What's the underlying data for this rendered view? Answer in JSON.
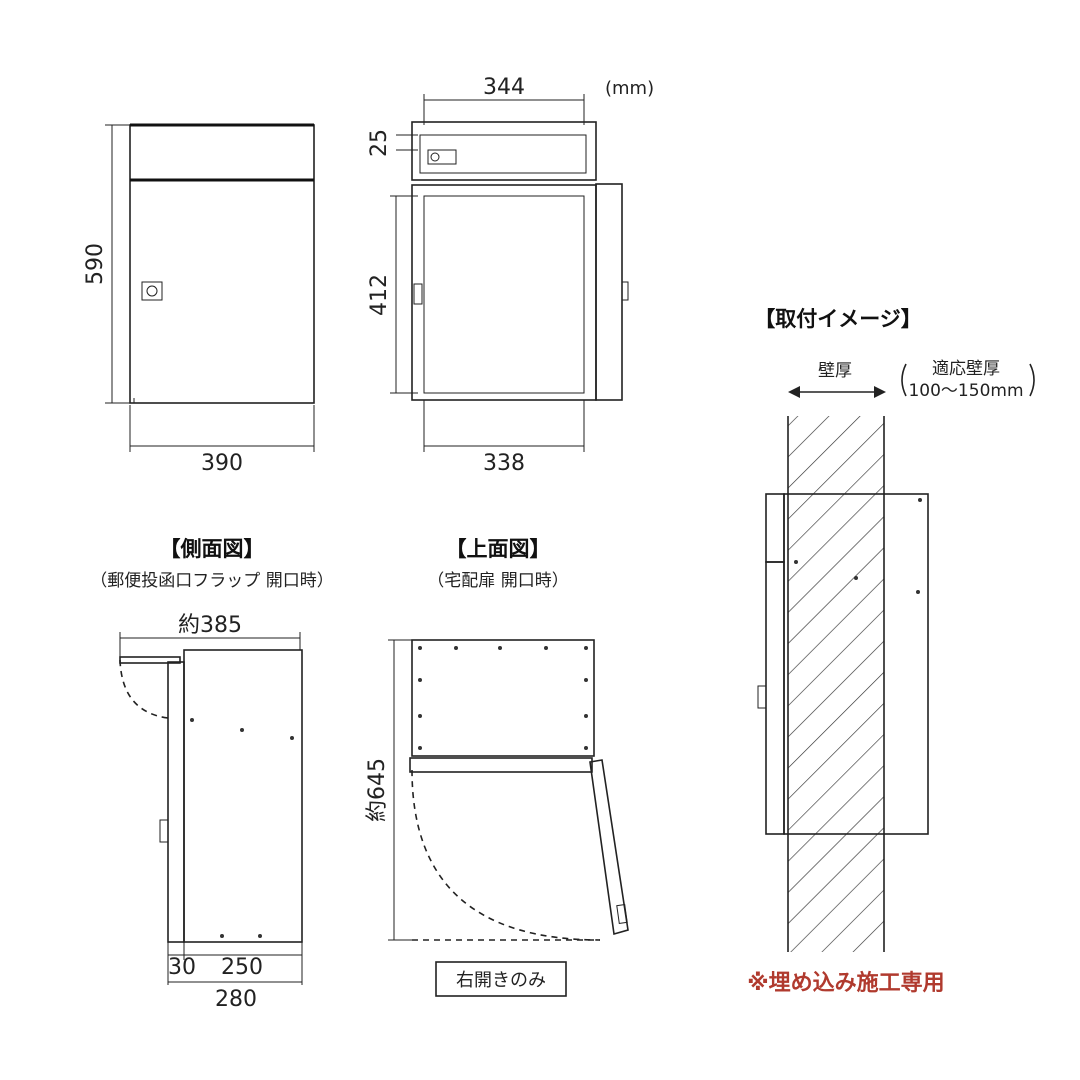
{
  "unit_label": "(mm)",
  "front": {
    "height": "590",
    "width": "390"
  },
  "rear": {
    "top_width": "344",
    "top_height": "25",
    "door_height": "412",
    "bottom_width": "338"
  },
  "side_view": {
    "title": "【側面図】",
    "subtitle": "（郵便投函口フラップ 開口時）",
    "total_label": "約385",
    "dim_30": "30",
    "dim_250": "250",
    "dim_280": "280"
  },
  "top_view": {
    "title": "【上面図】",
    "subtitle": "（宅配扉 開口時）",
    "depth_label": "約645",
    "note_box": "右開きのみ"
  },
  "install": {
    "title": "【取付イメージ】",
    "wall_label": "壁厚",
    "fit_label": "適応壁厚",
    "fit_range": "100〜150mm",
    "note": "※埋め込み施工専用"
  }
}
